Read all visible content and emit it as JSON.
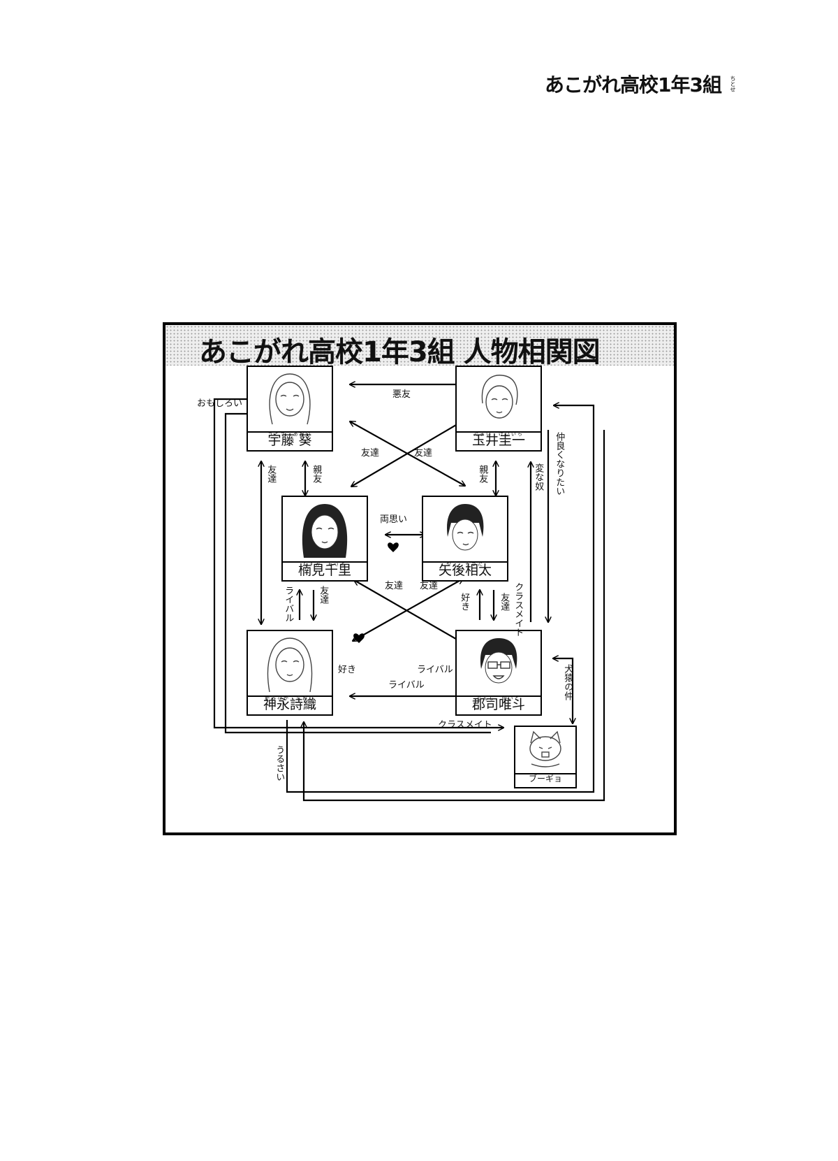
{
  "page_header": {
    "title": "あこがれ高校1年3組",
    "ruby": "ちとせ"
  },
  "diagram": {
    "title": "あこがれ高校1年3組 人物相関図",
    "characters": [
      {
        "id": "uto",
        "name": "宇藤 葵",
        "ruby": "うとう　あおい"
      },
      {
        "id": "tamai",
        "name": "玉井圭一",
        "ruby": "たまい　けいいち"
      },
      {
        "id": "kusumi",
        "name": "楠見千里",
        "ruby": "くすみ　ちさと"
      },
      {
        "id": "yago",
        "name": "矢後相太",
        "ruby": "やご　そうた"
      },
      {
        "id": "kaminaga",
        "name": "神永詩織",
        "ruby": "かみなが　しおり"
      },
      {
        "id": "gunji",
        "name": "郡司唯斗",
        "ruby": "ぐんじ　ゆいと"
      },
      {
        "id": "bugyo",
        "name": "ブーギョ",
        "ruby": ""
      }
    ],
    "relations": {
      "uto_tamai": "悪友",
      "uto_yago": "友達",
      "tamai_kusumi": "友達",
      "uto_kusumi": "親友",
      "uto_kaminaga": "友達",
      "tamai_yago": "親友",
      "tamai_gunji": "変な奴",
      "gunji_tamai": "仲良くなりたい",
      "kusumi_yago": "両思い",
      "kusumi_kaminaga_rival": "ライバル",
      "kusumi_kaminaga_friend": "友達",
      "kusumi_gunji": "友達",
      "gunji_kusumi_friend": "友達",
      "yago_kaminaga": "好き",
      "gunji_kusumi": "ライバル",
      "gunji_yago_like": "好き",
      "gunji_yago_friend": "友達",
      "yago_gunji": "クラスメイト",
      "kaminaga_gunji": "ライバル",
      "gunji_bugyo": "犬猿の仲",
      "uto_outer": "おもしろい",
      "kaminaga_outer": "うるさい",
      "gunji_classmate": "クラスメイト"
    }
  }
}
